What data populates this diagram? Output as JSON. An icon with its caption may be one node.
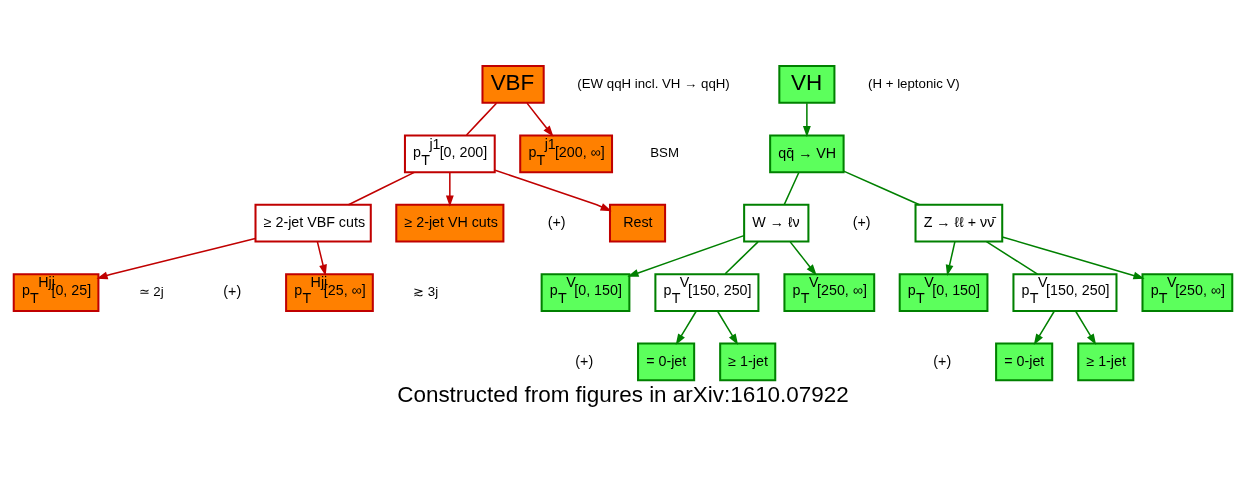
{
  "diagram": {
    "caption": "Constructed from figures in arXiv:1610.07922",
    "nodes": [
      {
        "text": [
          "VBF"
        ],
        "beside": [
          "(EW qqH incl. VH → qqH)"
        ]
      },
      {
        "text": [
          "p$_{T}$$^{j1}$[0, 200]"
        ]
      },
      {
        "text": [
          "p$_{T}$$^{j1}$[200, ∞]"
        ],
        "beside": [
          "BSM"
        ]
      },
      {
        "text": [
          "≥ 2-jet VBF cuts"
        ]
      },
      {
        "text": [
          "≥ 2-jet VH cuts"
        ]
      },
      {
        "text": [
          "Rest"
        ]
      },
      {
        "text": [
          "p$_{T}$$^{Hjj}$[0, 25]"
        ],
        "beside": [
          "≃ 2j"
        ]
      },
      {
        "text": [
          "p$_{T}$$^{Hjj}$[25, ∞]"
        ],
        "beside": [
          "≳ 3j"
        ]
      },
      {
        "text": [
          "VH"
        ],
        "beside": [
          "(H + leptonic V)"
        ]
      },
      {
        "text": [
          "qq̄ → VH"
        ]
      },
      {
        "text": [
          "W → ℓν"
        ]
      },
      {
        "text": [
          "Z → ℓℓ + νν̄"
        ]
      },
      {
        "text": [
          "p$_{T}$$^{V}$[0, 150]"
        ]
      },
      {
        "text": [
          "p$_{T}$$^{V}$[150, 250]"
        ]
      },
      {
        "text": [
          "= 0-jet"
        ]
      },
      {
        "text": [
          "≥ 1-jet"
        ]
      },
      {
        "text": [
          "p$_{T}$$^{V}$[250, ∞]"
        ]
      },
      {
        "text": [
          "p$_{T}$$^{V}$[0, 150]"
        ]
      },
      {
        "text": [
          "p$_{T}$$^{V}$[150, 250]"
        ]
      },
      {
        "text": [
          "= 0-jet"
        ]
      },
      {
        "text": [
          "≥ 1-jet"
        ]
      },
      {
        "text": [
          "p$_{T}$$^{V}$[250, ∞]"
        ]
      }
    ],
    "edges": [
      {
        "from": 0,
        "to": 1,
        "arrow": "none",
        "color": "#c00000"
      },
      {
        "from": 0,
        "to": 2,
        "arrow": "to",
        "color": "#c00000"
      },
      {
        "from": 1,
        "to": 3,
        "arrow": "none",
        "color": "#c00000"
      },
      {
        "from": 1,
        "to": 4,
        "arrow": "to",
        "color": "#c00000"
      },
      {
        "from": 1,
        "to": 5,
        "arrow": "to",
        "color": "#c00000"
      },
      {
        "from": 3,
        "to": 6,
        "arrow": "to",
        "color": "#c00000"
      },
      {
        "from": 3,
        "to": 7,
        "arrow": "to",
        "color": "#c00000"
      },
      {
        "from": 8,
        "to": 9,
        "arrow": "to"
      },
      {
        "from": 9,
        "to": 10,
        "arrow": "none"
      },
      {
        "from": 9,
        "to": 11,
        "arrow": "none"
      },
      {
        "from": 10,
        "to": 12,
        "arrow": "to"
      },
      {
        "from": 10,
        "to": 13,
        "arrow": "none"
      },
      {
        "from": 10,
        "to": 16,
        "arrow": "to"
      },
      {
        "from": 13,
        "to": 14,
        "arrow": "to"
      },
      {
        "from": 13,
        "to": 15,
        "arrow": "to"
      },
      {
        "from": 11,
        "to": 17,
        "arrow": "to"
      },
      {
        "from": 11,
        "to": 18,
        "arrow": "none"
      },
      {
        "from": 11,
        "to": 21,
        "arrow": "to"
      },
      {
        "from": 18,
        "to": 19,
        "arrow": "to"
      },
      {
        "from": 18,
        "to": 20,
        "arrow": "to"
      }
    ],
    "labels": [
      "(+)",
      "(+)",
      "(+)",
      "(+)",
      "(+)"
    ]
  }
}
